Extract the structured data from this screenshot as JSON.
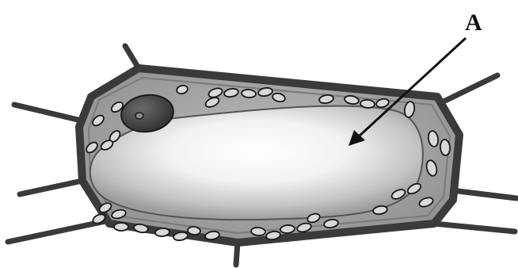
{
  "diagram": {
    "subject": "plant-cell",
    "labels": [
      {
        "id": "A",
        "text": "A",
        "points_to": "vacuole"
      }
    ],
    "colors": {
      "cell_wall": "#3a3a3a",
      "cytoplasm": "#9a9a9a",
      "vacuole_center": "#ffffff",
      "vacuole_edge": "#9c9c9c",
      "nucleus": "#4a4a4a",
      "chloroplast_fill": "#d9d9d9",
      "outline": "#1a1a1a"
    }
  }
}
